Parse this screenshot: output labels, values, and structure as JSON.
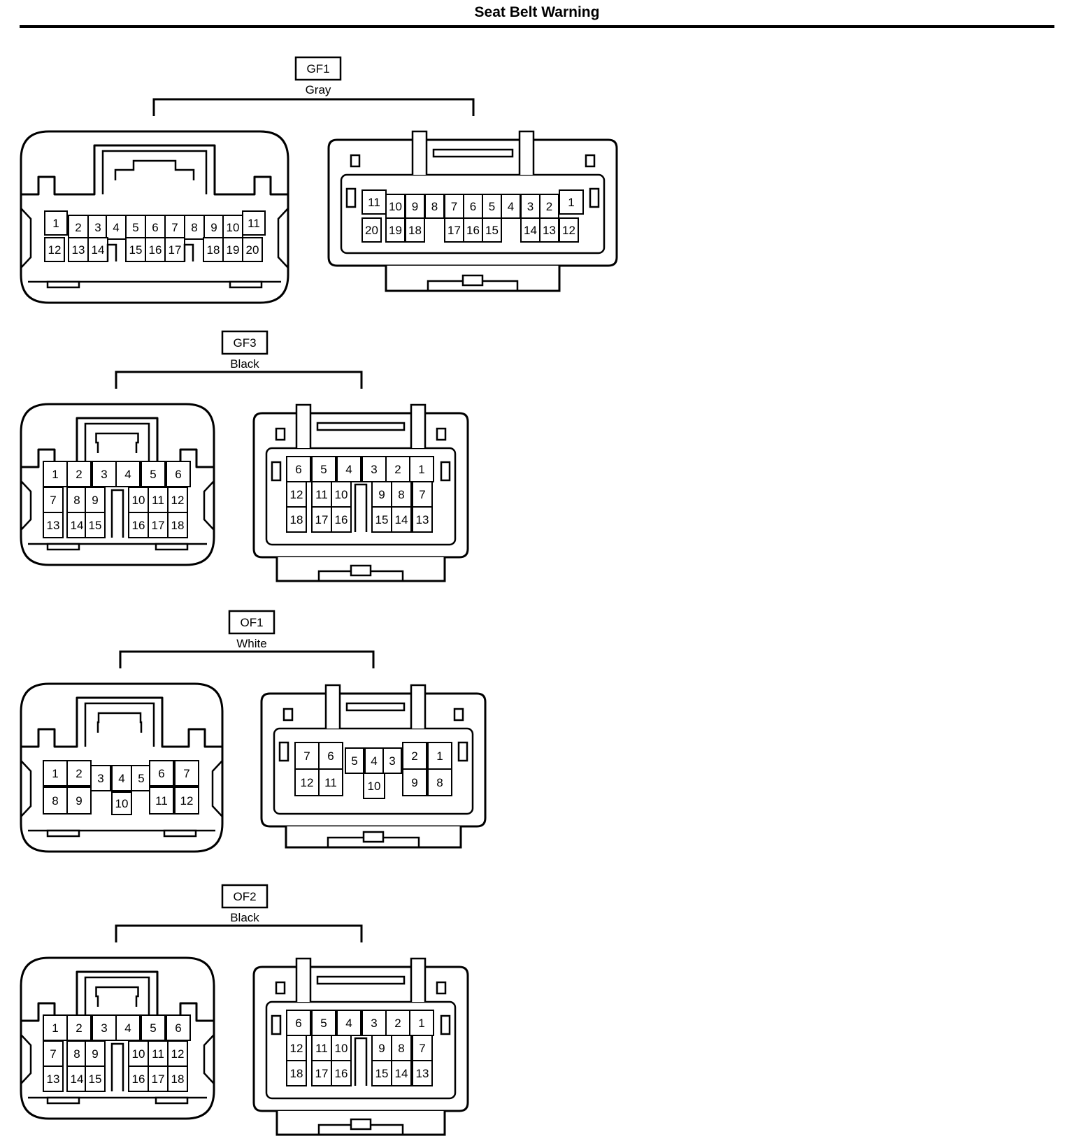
{
  "page": {
    "title": "Seat Belt Warning"
  },
  "connectors": [
    {
      "id": "GF1",
      "color": "Gray",
      "female": {
        "rows": [
          [
            "1",
            "2",
            "3",
            "4",
            "5",
            "6",
            "7",
            "8",
            "9",
            "10",
            "11"
          ],
          [
            "12",
            "13",
            "14",
            "15",
            "16",
            "17",
            "18",
            "19",
            "20"
          ]
        ]
      },
      "male": {
        "rows": [
          [
            "11",
            "10",
            "9",
            "8",
            "7",
            "6",
            "5",
            "4",
            "3",
            "2",
            "1"
          ],
          [
            "20",
            "19",
            "18",
            "17",
            "16",
            "15",
            "14",
            "13",
            "12"
          ]
        ]
      }
    },
    {
      "id": "GF3",
      "color": "Black",
      "female": {
        "rows": [
          [
            "1",
            "2",
            "3",
            "4",
            "5",
            "6"
          ],
          [
            "7",
            "8",
            "9",
            "10",
            "11",
            "12"
          ],
          [
            "13",
            "14",
            "15",
            "16",
            "17",
            "18"
          ]
        ]
      },
      "male": {
        "rows": [
          [
            "6",
            "5",
            "4",
            "3",
            "2",
            "1"
          ],
          [
            "12",
            "11",
            "10",
            "9",
            "8",
            "7"
          ],
          [
            "18",
            "17",
            "16",
            "15",
            "14",
            "13"
          ]
        ]
      }
    },
    {
      "id": "OF1",
      "color": "White",
      "female": {
        "rows": [
          [
            "1",
            "2",
            "3",
            "4",
            "5",
            "6",
            "7"
          ],
          [
            "8",
            "9",
            "10",
            "11",
            "12"
          ]
        ]
      },
      "male": {
        "rows": [
          [
            "7",
            "6",
            "5",
            "4",
            "3",
            "2",
            "1"
          ],
          [
            "12",
            "11",
            "10",
            "9",
            "8"
          ]
        ]
      }
    },
    {
      "id": "OF2",
      "color": "Black",
      "female": {
        "rows": [
          [
            "1",
            "2",
            "3",
            "4",
            "5",
            "6"
          ],
          [
            "7",
            "8",
            "9",
            "10",
            "11",
            "12"
          ],
          [
            "13",
            "14",
            "15",
            "16",
            "17",
            "18"
          ]
        ]
      },
      "male": {
        "rows": [
          [
            "6",
            "5",
            "4",
            "3",
            "2",
            "1"
          ],
          [
            "12",
            "11",
            "10",
            "9",
            "8",
            "7"
          ],
          [
            "18",
            "17",
            "16",
            "15",
            "14",
            "13"
          ]
        ]
      }
    }
  ]
}
